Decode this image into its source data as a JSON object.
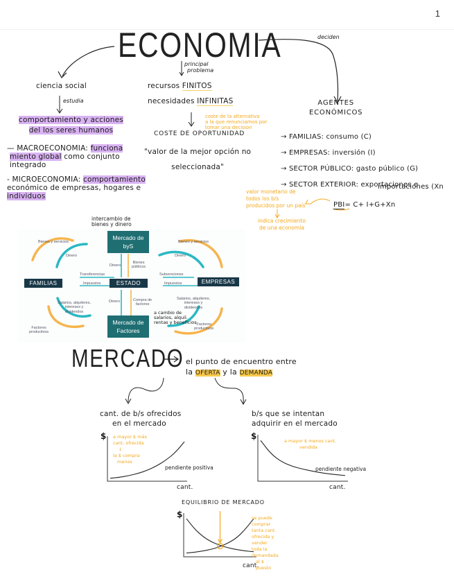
{
  "page_number": "1",
  "economia": {
    "title": "ECONOMIA",
    "deciden_label": "deciden",
    "principal_problema": [
      "principal",
      "problema"
    ],
    "ciencia_social": "ciencia social",
    "estudia": "estudia",
    "comportamiento": [
      "comportamiento y acciones",
      "del los seres humanos"
    ],
    "recursos_prefix": "recursos ",
    "recursos_word": "FINITOS",
    "necesidades_prefix": "necesidades ",
    "necesidades_word": "INFINITAS",
    "coste_note": [
      "coste de la alternativa",
      "a la que renunciamos por",
      "tomar una decision"
    ],
    "coste_oportunidad": "COSTE DE OPORTUNIDAD",
    "coste_def": [
      "\"valor de la mejor opción no",
      "seleccionada\""
    ],
    "macro": {
      "term": "— MACROECONOMIA: ",
      "hl1": "funciona",
      "hl2": "miento global",
      "rest": " como conjunto",
      "line3": "integrado"
    },
    "micro": {
      "term": "- MICROECONOMIA: ",
      "hl1": "comportamiento",
      "line2": "económico de empresas, hogares e",
      "hl2": "individuos"
    },
    "agentes": [
      "AGENTES",
      "ECONÓMICOS"
    ],
    "agentes_list": [
      "FAMILIAS: consumo (C)",
      "EMPRESAS: inversión (I)",
      "SECTOR PÚBLICO: gasto público (G)",
      "SECTOR EXTERIOR: exportaciones e"
    ],
    "agentes_cont": "importaciones (Xn",
    "pbi_note": [
      "valor monetario de",
      "todos los b/s",
      "producidos por un país"
    ],
    "pbi_sub_note": [
      "indica crecimiento",
      "de una economía"
    ],
    "pbi_formula_label": "PBI",
    "pbi_formula_rest": "= C+ I+G+Xn"
  },
  "flow_diagram": {
    "heading": [
      "intercambio de",
      "bienes y dinero"
    ],
    "nodes": {
      "mercado_bys": [
        "Mercado de",
        "byS"
      ],
      "familias": "FAMILIAS",
      "estado": "ESTADO",
      "empresas": "EMPRESAS",
      "mercado_factores": [
        "Mercado de",
        "Factores"
      ]
    },
    "labels": {
      "bienes_servicios_left": "Bienes y servicios",
      "dinero_left": "Dinero",
      "transferencias": "Transferencias",
      "impuestos_left": "Impuestos",
      "salarios_left": [
        "Salarios, alquileres,",
        "intereses y",
        "dividendos"
      ],
      "factores_left": [
        "Factores",
        "productivos"
      ],
      "dinero_up": "Dinero",
      "bienes_publicos": [
        "Bienes",
        "públicos"
      ],
      "dinero_down": "Dinero",
      "compra_factores": [
        "Compra de",
        "factores"
      ],
      "bienes_servicios_right": "Bienes y servicios",
      "dinero_right": "Dinero",
      "subvenciones": "Subvenciones",
      "impuestos_right": "Impuestos",
      "salarios_right": [
        "Salarios, alquileres,",
        "intereses y",
        "dividendos"
      ],
      "factores_right": [
        "Factores",
        "productivos"
      ]
    },
    "handwritten_note": [
      "a cambio de",
      "salarios, alquil.",
      "rentas y beneficios"
    ]
  },
  "mercado": {
    "title": "MERCADO",
    "def_line1": "el punto de encuentro entre",
    "def_la1": "la ",
    "oferta": "OFERTA",
    "def_mid": " y la ",
    "demanda": "DEMANDA",
    "oferta_desc": [
      "cant. de b/s ofrecidos",
      "en el mercado"
    ],
    "demanda_desc": [
      "b/s que se intentan",
      "adquirir en el mercado"
    ]
  },
  "chart_data": [
    {
      "type": "line",
      "title": "Oferta",
      "xlabel": "cant.",
      "ylabel": "$",
      "series": [
        {
          "name": "oferta",
          "x": [
            0,
            1,
            2,
            3,
            4,
            5,
            6,
            7,
            8
          ],
          "values": [
            0.2,
            0.4,
            0.8,
            1.3,
            2.0,
            3.0,
            4.3,
            6.0,
            8.5
          ]
        }
      ],
      "annotations": [
        "pendiente positiva"
      ],
      "notes": [
        "a mayor $ más",
        "cant. ofrecida",
        "la $ compra",
        "menos"
      ]
    },
    {
      "type": "line",
      "title": "Demanda",
      "xlabel": "cant.",
      "ylabel": "$",
      "series": [
        {
          "name": "demanda",
          "x": [
            0,
            1,
            2,
            3,
            4,
            5,
            6,
            7,
            8
          ],
          "values": [
            8.5,
            5.5,
            3.8,
            2.8,
            2.2,
            1.7,
            1.3,
            1.0,
            0.8
          ]
        }
      ],
      "annotations": [
        "pendiente negativa"
      ],
      "notes": [
        "a mayor $ menos cant.",
        "vendida"
      ]
    },
    {
      "type": "line",
      "title": "EQUILIBRIO DE MERCADO",
      "xlabel": "cant.",
      "ylabel": "$",
      "series": [
        {
          "name": "demanda",
          "x": [
            0,
            1,
            2,
            3,
            4,
            5,
            6,
            7,
            8
          ],
          "values": [
            8.5,
            6.0,
            4.2,
            3.0,
            2.2,
            1.6,
            1.2,
            0.9,
            0.7
          ]
        },
        {
          "name": "oferta",
          "x": [
            0,
            1,
            2,
            3,
            4,
            5,
            6,
            7,
            8
          ],
          "values": [
            0.4,
            0.6,
            0.9,
            1.3,
            1.9,
            2.8,
            4.0,
            6.0,
            8.5
          ]
        }
      ],
      "annotations": [
        "equilibrium point"
      ],
      "notes": [
        "se puede comprar",
        "tanta cant.",
        "ofrecida y vender",
        "toda la demandada",
        "al $ puesto"
      ]
    }
  ]
}
